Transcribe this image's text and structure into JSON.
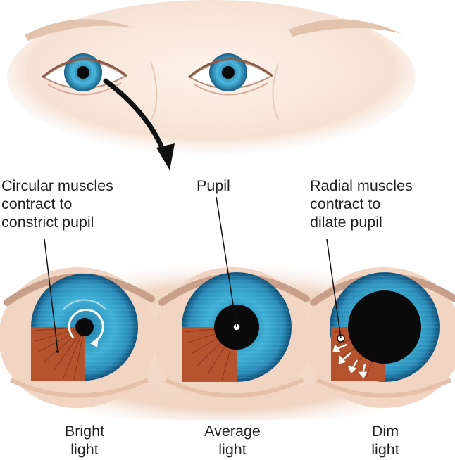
{
  "labels": {
    "circular": [
      "Circular muscles",
      "contract to",
      "constrict pupil"
    ],
    "pupil": "Pupil",
    "radial": [
      "Radial muscles",
      "contract to",
      "dilate pupil"
    ]
  },
  "captions": [
    {
      "line1": "Bright",
      "line2": "light"
    },
    {
      "line1": "Average",
      "line2": "light"
    },
    {
      "line1": "Dim",
      "line2": "light"
    }
  ],
  "colors": {
    "iris_blue": "#2f9fc8",
    "iris_dark": "#0f4f78",
    "muscle": "#b5532f",
    "skin": "#f7e4d6",
    "text": "#231f20"
  }
}
